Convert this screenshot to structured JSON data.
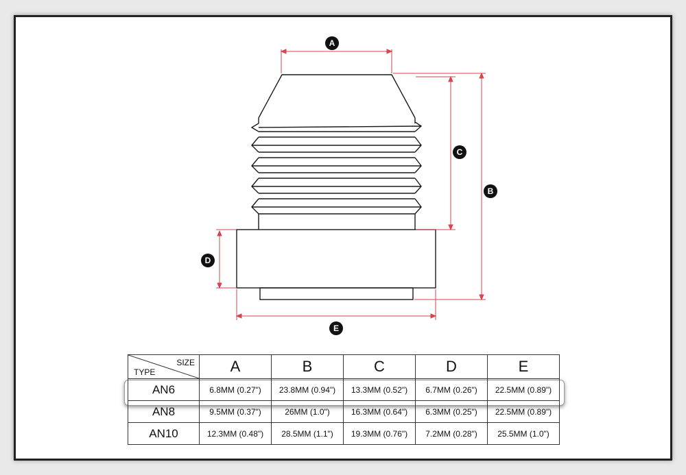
{
  "labels": {
    "a": "A",
    "b": "B",
    "c": "C",
    "d": "D",
    "e": "E"
  },
  "colors": {
    "dimension_line": "#d9434e",
    "outline": "#1a1a1a",
    "badge": "#111111"
  },
  "table": {
    "corner_size": "SIZE",
    "corner_type": "TYPE",
    "headers": [
      "A",
      "B",
      "C",
      "D",
      "E"
    ],
    "rows": [
      {
        "type": "AN6",
        "values": [
          "6.8MM (0.27\")",
          "23.8MM (0.94\")",
          "13.3MM (0.52\")",
          "6.7MM (0.26\")",
          "22.5MM (0.89\")"
        ]
      },
      {
        "type": "AN8",
        "values": [
          "9.5MM (0.37\")",
          "26MM (1.0\")",
          "16.3MM (0.64\")",
          "6.3MM (0.25\")",
          "22.5MM (0.89\")"
        ]
      },
      {
        "type": "AN10",
        "values": [
          "12.3MM (0.48\")",
          "28.5MM (1.1\")",
          "19.3MM (0.76\")",
          "7.2MM (0.28\")",
          "25.5MM (1.0\")"
        ]
      }
    ]
  }
}
